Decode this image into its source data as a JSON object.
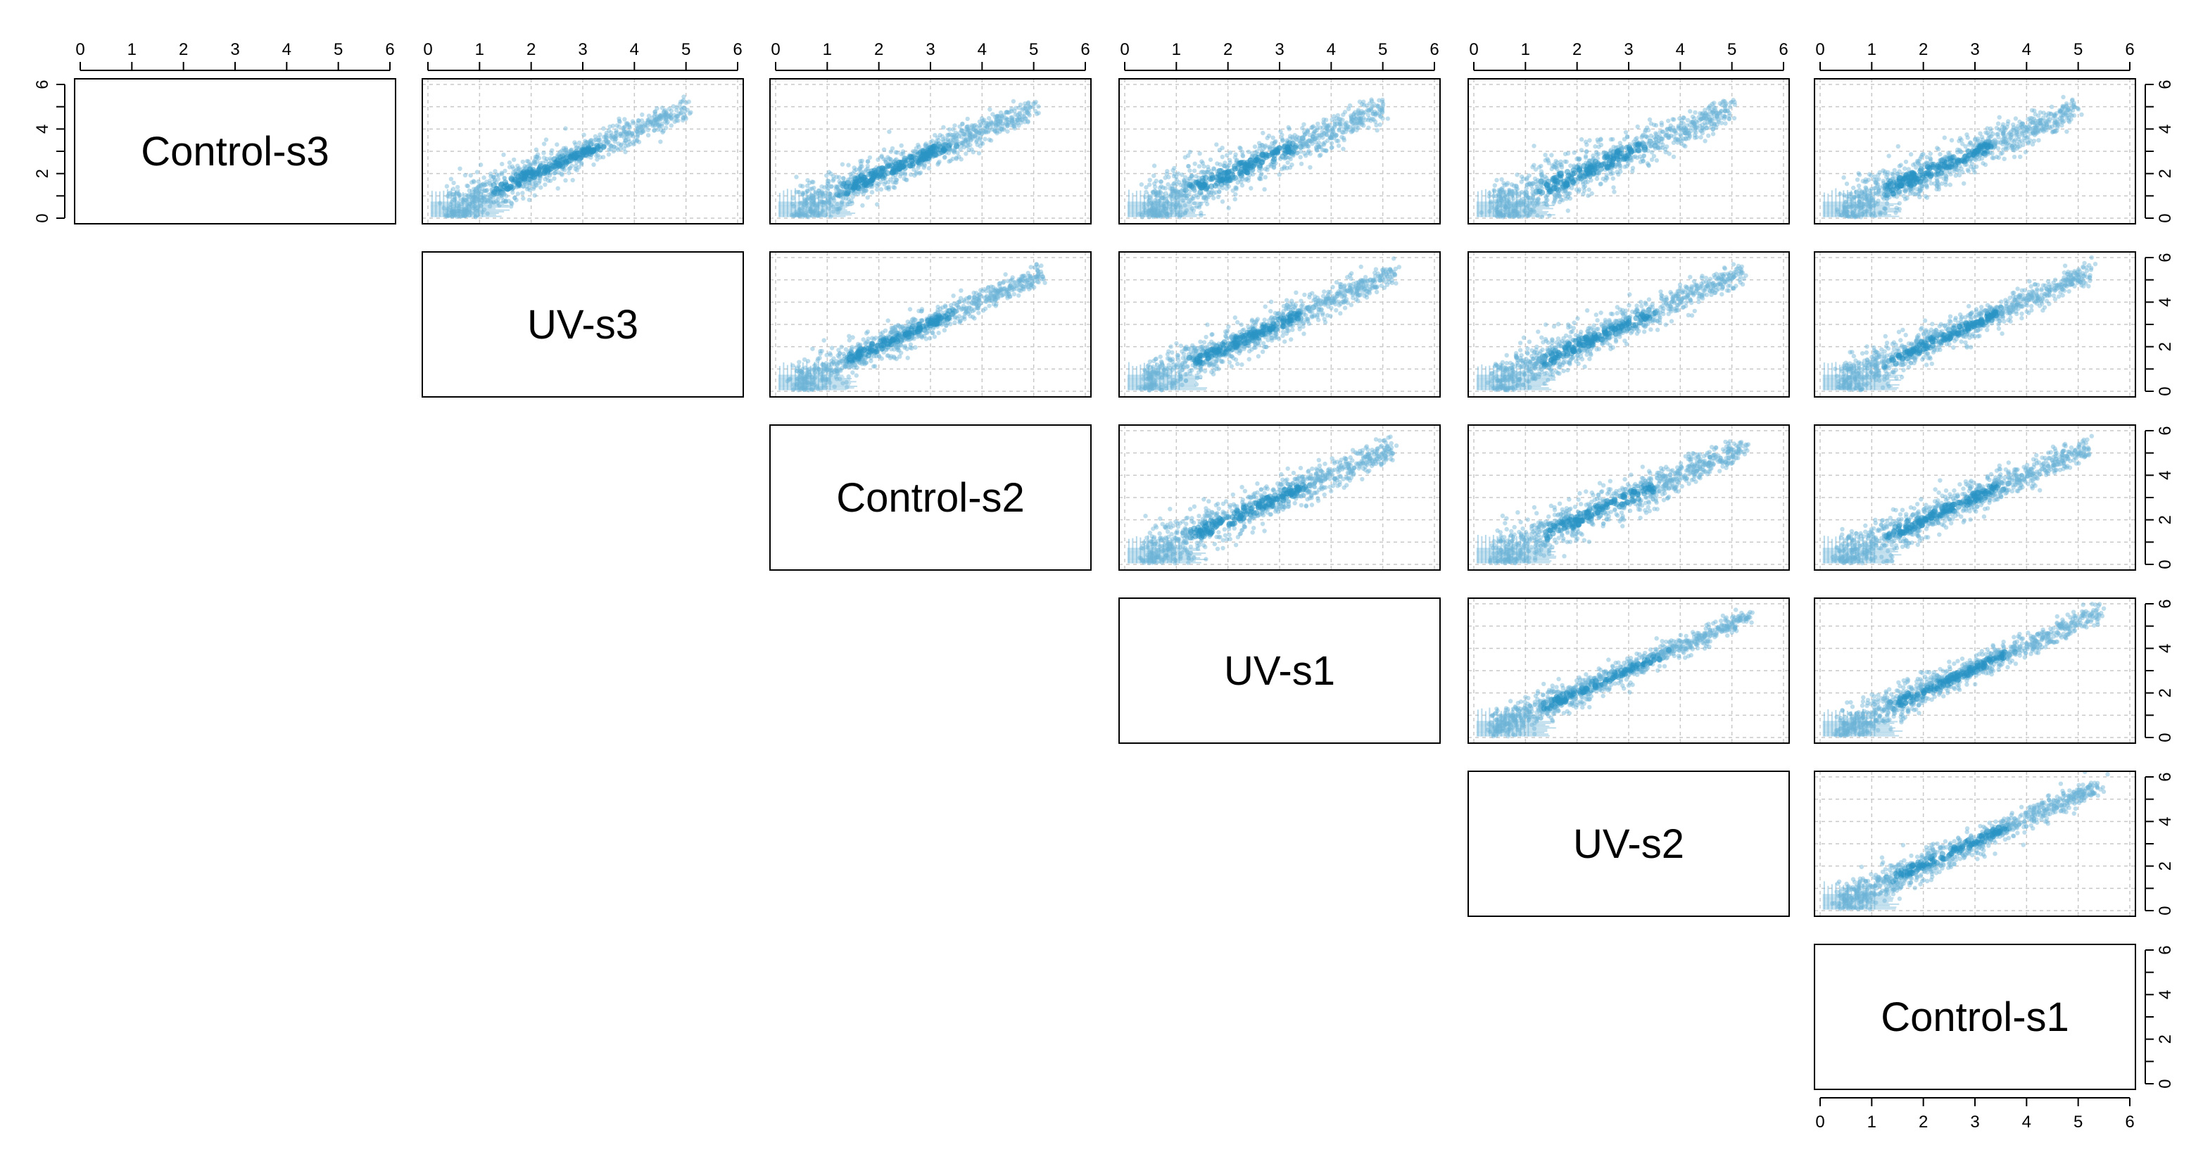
{
  "chart_data": {
    "type": "scatter",
    "variables": [
      "Control-s3",
      "UV-s3",
      "Control-s2",
      "UV-s1",
      "UV-s2",
      "Control-s1"
    ],
    "axis_range": [
      0,
      6
    ],
    "tick_labels": [
      "0",
      "1",
      "2",
      "3",
      "4",
      "5",
      "6"
    ],
    "grid": true,
    "point_color": "#6cb4d8",
    "dense_color": "#2a93c4",
    "panels": [
      {
        "row": "Control-s3",
        "col": "UV-s3",
        "trend": {
          "x0": 0.4,
          "y0": 0.4,
          "x1": 5.0,
          "y1": 4.9
        },
        "spread": 0.55
      },
      {
        "row": "Control-s3",
        "col": "Control-s2",
        "trend": {
          "x0": 0.4,
          "y0": 0.4,
          "x1": 5.0,
          "y1": 4.9
        },
        "spread": 0.55
      },
      {
        "row": "Control-s3",
        "col": "UV-s1",
        "trend": {
          "x0": 0.4,
          "y0": 0.4,
          "x1": 5.0,
          "y1": 4.9
        },
        "spread": 0.65
      },
      {
        "row": "Control-s3",
        "col": "UV-s2",
        "trend": {
          "x0": 0.4,
          "y0": 0.4,
          "x1": 5.0,
          "y1": 4.9
        },
        "spread": 0.7
      },
      {
        "row": "Control-s3",
        "col": "Control-s1",
        "trend": {
          "x0": 0.4,
          "y0": 0.4,
          "x1": 5.0,
          "y1": 4.9
        },
        "spread": 0.6
      },
      {
        "row": "UV-s3",
        "col": "Control-s2",
        "trend": {
          "x0": 0.4,
          "y0": 0.4,
          "x1": 5.2,
          "y1": 5.3
        },
        "spread": 0.45
      },
      {
        "row": "UV-s3",
        "col": "UV-s1",
        "trend": {
          "x0": 0.4,
          "y0": 0.4,
          "x1": 5.2,
          "y1": 5.3
        },
        "spread": 0.55
      },
      {
        "row": "UV-s3",
        "col": "UV-s2",
        "trend": {
          "x0": 0.4,
          "y0": 0.4,
          "x1": 5.2,
          "y1": 5.3
        },
        "spread": 0.55
      },
      {
        "row": "UV-s3",
        "col": "Control-s1",
        "trend": {
          "x0": 0.4,
          "y0": 0.4,
          "x1": 5.2,
          "y1": 5.3
        },
        "spread": 0.5
      },
      {
        "row": "Control-s2",
        "col": "UV-s1",
        "trend": {
          "x0": 0.4,
          "y0": 0.4,
          "x1": 5.2,
          "y1": 5.2
        },
        "spread": 0.6
      },
      {
        "row": "Control-s2",
        "col": "UV-s2",
        "trend": {
          "x0": 0.4,
          "y0": 0.4,
          "x1": 5.2,
          "y1": 5.2
        },
        "spread": 0.6
      },
      {
        "row": "Control-s2",
        "col": "Control-s1",
        "trend": {
          "x0": 0.4,
          "y0": 0.4,
          "x1": 5.2,
          "y1": 5.2
        },
        "spread": 0.55
      },
      {
        "row": "UV-s1",
        "col": "UV-s2",
        "trend": {
          "x0": 0.4,
          "y0": 0.4,
          "x1": 5.4,
          "y1": 5.5
        },
        "spread": 0.4
      },
      {
        "row": "UV-s1",
        "col": "Control-s1",
        "trend": {
          "x0": 0.4,
          "y0": 0.4,
          "x1": 5.4,
          "y1": 5.6
        },
        "spread": 0.45
      },
      {
        "row": "UV-s2",
        "col": "Control-s1",
        "trend": {
          "x0": 0.4,
          "y0": 0.4,
          "x1": 5.4,
          "y1": 5.6
        },
        "spread": 0.45
      }
    ]
  }
}
